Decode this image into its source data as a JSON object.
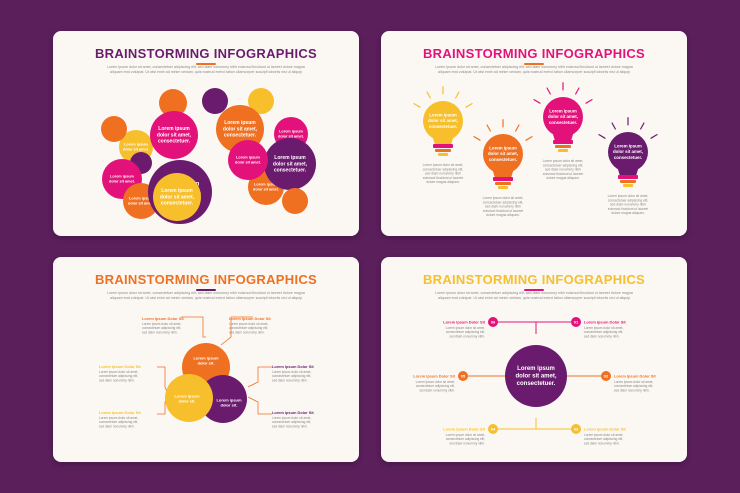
{
  "colors": {
    "background": "#5b1f5c",
    "card": "#fbf8f4",
    "purple": "#6a1b6e",
    "magenta": "#e3127b",
    "orange": "#f07022",
    "yellow": "#f7bf2b",
    "pink": "#e41d7c"
  },
  "title": "BRAINSTORMING INFOGRAPHICS",
  "subtitle_line1": "Lorem ipsum dolor sit amet, consectetuer adipiscing elit, sed diam nonummy nibh euismod tincidunt ut laoreet dolore magna",
  "subtitle_line2": "aliquam erat volutpat. Ut wisi enim ad minim veniam, quis nostrud exerci tation ullamcorper suscipit lobortis nisl ut aliquip",
  "bubble_big": [
    "Lorem ipsum",
    "dolor sit amet,",
    "consectetuer."
  ],
  "bubble_med": [
    "Lorem ipsum",
    "dolor sit amet,",
    "consectetuer."
  ],
  "bubble_small": [
    "Lorem ipsum",
    "dolor sit amet."
  ],
  "bulb_label": [
    "Lorem ipsum",
    "dolor sit amet,",
    "consectetuer."
  ],
  "bulb_body": [
    "Lorem ipsum dolor sit amet,",
    "consectetuer adipiscing elit,",
    "sed diam nonummy nibh",
    "euismod tincidunt ut laoreet",
    "dolore magna aliquam."
  ],
  "venn_label": [
    "Lorem ipsum",
    "dolor sit."
  ],
  "item_heading": "Lorem Ipsum Dolor Sit",
  "item_body": [
    "Lorem ipsum dolor sit amet,",
    "consectetuer adipiscing elit,",
    "sed diam nonummy nibh."
  ],
  "hub_label": [
    "Lorem ipsum",
    "dolor sit amet,",
    "consectetuer."
  ],
  "numbers": [
    "01",
    "02",
    "03",
    "04",
    "05",
    "06"
  ]
}
